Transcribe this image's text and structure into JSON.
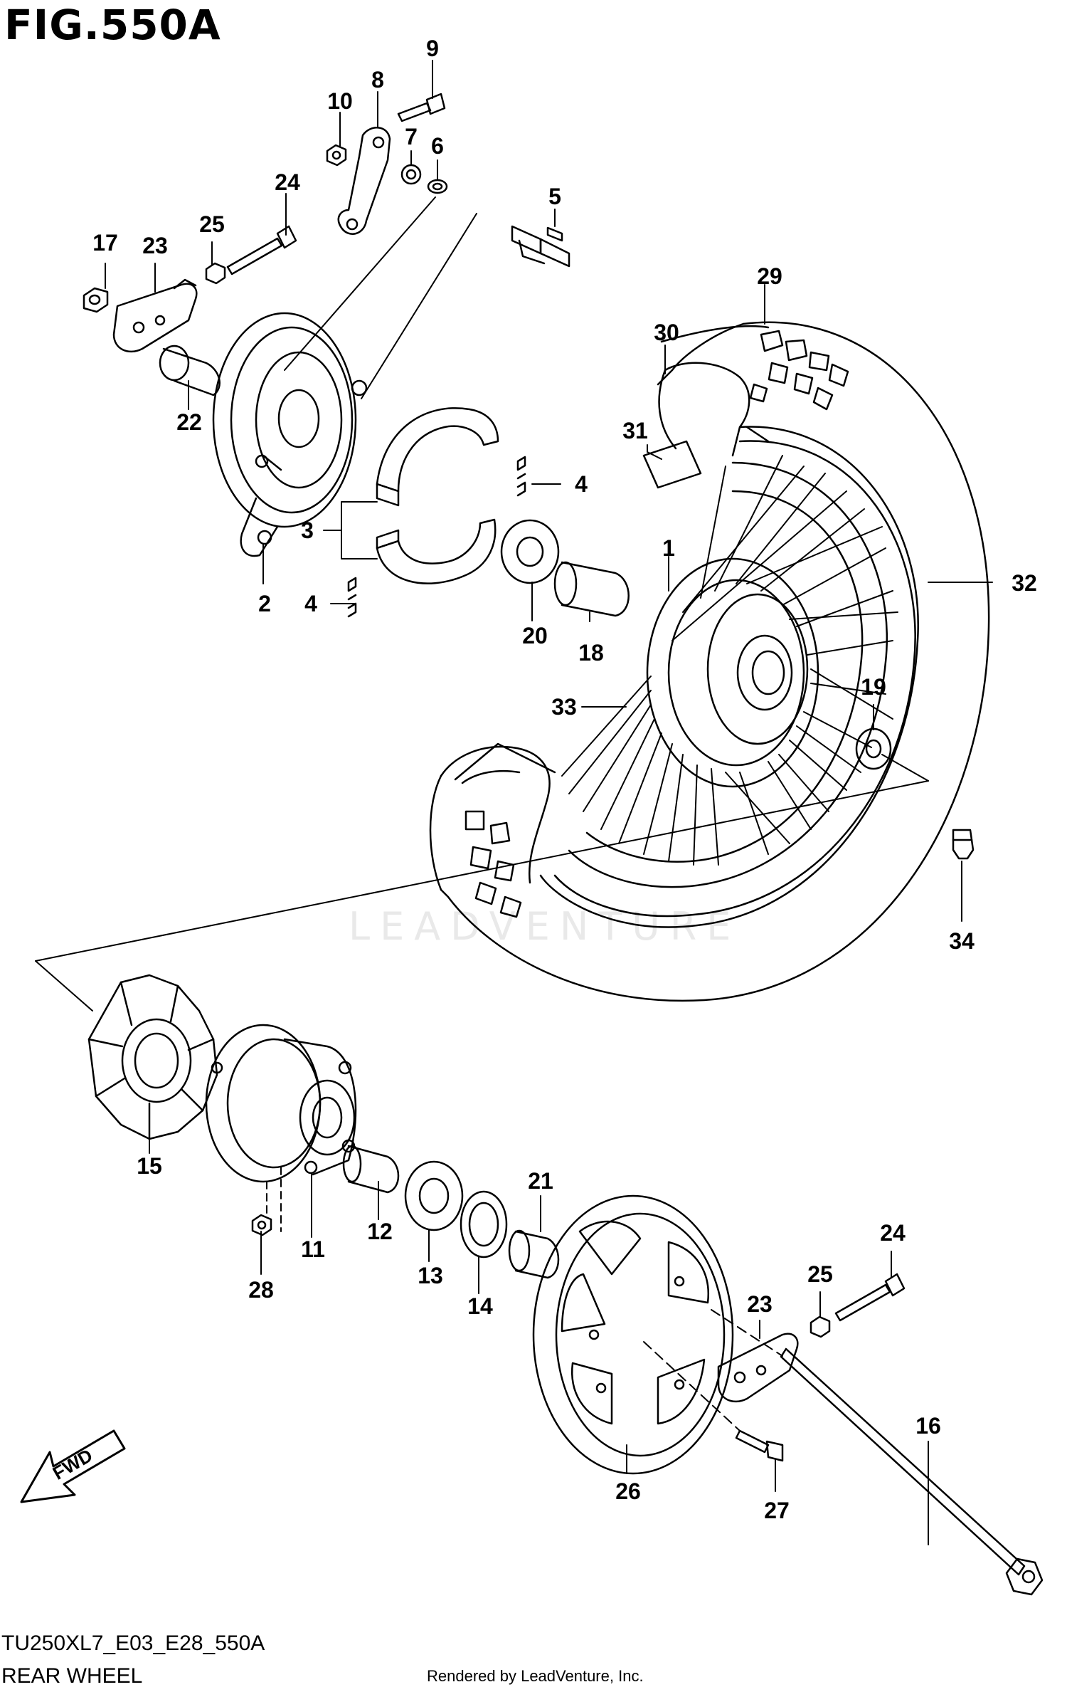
{
  "figure": {
    "title": "FIG.550A",
    "model_code": "TU250XL7_E03_E28_550A",
    "section_name": "REAR WHEEL",
    "rendered_by": "Rendered by LeadVenture, Inc.",
    "watermark": "LEADVENTURE",
    "fwd_label": "FWD"
  },
  "callouts": [
    "1",
    "2",
    "3",
    "4",
    "4",
    "5",
    "6",
    "7",
    "8",
    "9",
    "10",
    "11",
    "12",
    "13",
    "14",
    "15",
    "16",
    "17",
    "18",
    "19",
    "20",
    "21",
    "22",
    "23",
    "23",
    "24",
    "24",
    "25",
    "25",
    "26",
    "27",
    "28",
    "29",
    "30",
    "31",
    "32",
    "33",
    "34"
  ]
}
